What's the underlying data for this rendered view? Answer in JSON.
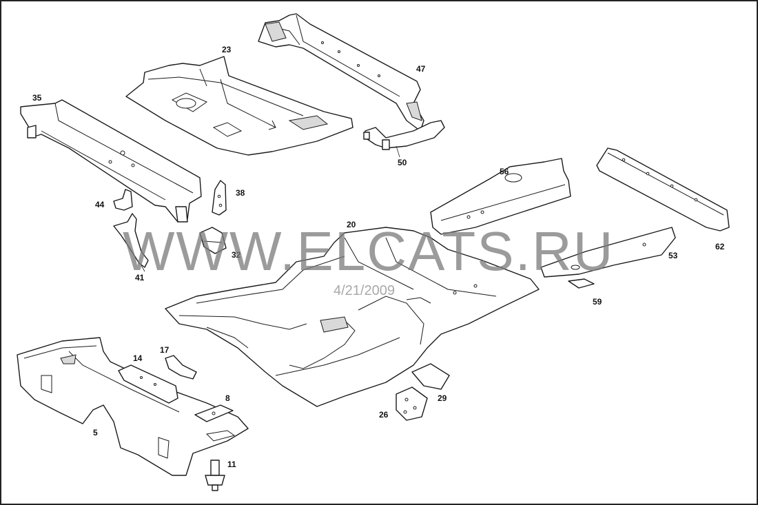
{
  "watermark": {
    "text": "WWW.ELCATS.RU",
    "date": "4/21/2009"
  },
  "callouts": [
    {
      "id": "p5",
      "label": "5"
    },
    {
      "id": "p8",
      "label": "8"
    },
    {
      "id": "p11",
      "label": "11"
    },
    {
      "id": "p14",
      "label": "14"
    },
    {
      "id": "p17",
      "label": "17"
    },
    {
      "id": "p20",
      "label": "20"
    },
    {
      "id": "p23",
      "label": "23"
    },
    {
      "id": "p26",
      "label": "26"
    },
    {
      "id": "p29",
      "label": "29"
    },
    {
      "id": "p32",
      "label": "32"
    },
    {
      "id": "p35",
      "label": "35"
    },
    {
      "id": "p38",
      "label": "38"
    },
    {
      "id": "p41",
      "label": "41"
    },
    {
      "id": "p44",
      "label": "44"
    },
    {
      "id": "p47",
      "label": "47"
    },
    {
      "id": "p50",
      "label": "50"
    },
    {
      "id": "p53",
      "label": "53"
    },
    {
      "id": "p56",
      "label": "56"
    },
    {
      "id": "p59",
      "label": "59"
    },
    {
      "id": "p62",
      "label": "62"
    }
  ]
}
